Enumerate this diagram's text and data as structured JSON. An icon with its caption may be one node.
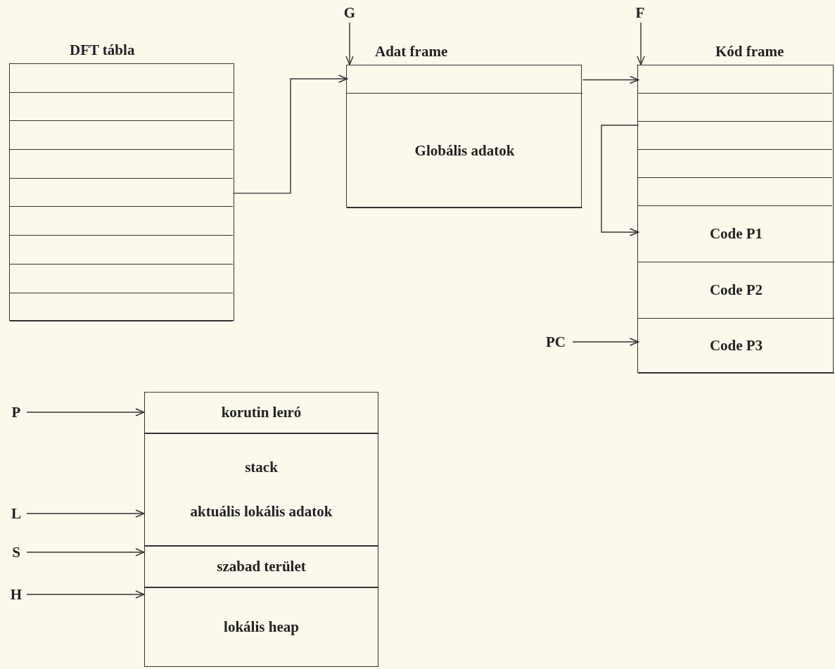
{
  "diagram": {
    "nodes": [
      {
        "text": [
          "DFT tábla"
        ]
      },
      {
        "text": [],
        "shape": "box",
        "in": 0
      },
      {
        "text": [],
        "shape": "box",
        "in": 0
      },
      {
        "text": [],
        "shape": "box",
        "in": 0
      },
      {
        "text": [],
        "shape": "box",
        "in": 0
      },
      {
        "text": [],
        "shape": "box",
        "in": 0
      },
      {
        "text": [],
        "shape": "box",
        "in": 0
      },
      {
        "text": [],
        "shape": "box",
        "in": 0
      },
      {
        "text": [],
        "shape": "box",
        "in": 0
      },
      {
        "text": [],
        "shape": "box",
        "in": 0
      },
      {
        "text": [
          "Adat frame"
        ]
      },
      {
        "text": [],
        "shape": "box",
        "in": 10
      },
      {
        "text": [
          "Globális adatok"
        ],
        "in": 10
      },
      {
        "text": [
          "Kód frame"
        ]
      },
      {
        "text": [],
        "shape": "box",
        "in": 13
      },
      {
        "text": [],
        "shape": "box",
        "in": 13
      },
      {
        "text": [],
        "shape": "box",
        "in": 13
      },
      {
        "text": [],
        "shape": "box",
        "in": 13
      },
      {
        "text": [],
        "shape": "box",
        "in": 13
      },
      {
        "text": [
          "Code P1"
        ],
        "in": 13
      },
      {
        "text": [
          "Code P2"
        ],
        "in": 13
      },
      {
        "text": [
          "Code P3"
        ],
        "in": 13
      },
      {
        "text": [
          "korutin leıró"
        ]
      },
      {
        "text": [
          "stack",
          "aktuális lokális adatok"
        ]
      },
      {
        "text": [
          "szabad terület"
        ]
      },
      {
        "text": [
          "lokális heap"
        ]
      },
      {
        "text": [
          "G"
        ]
      },
      {
        "text": [
          "F"
        ]
      },
      {
        "text": [
          "PC"
        ]
      },
      {
        "text": [
          "P"
        ]
      },
      {
        "text": [
          "L"
        ]
      },
      {
        "text": [
          "S"
        ]
      },
      {
        "text": [
          "H"
        ]
      }
    ],
    "edges": [
      {
        "from": 5,
        "to": 11,
        "arrow": "to"
      },
      {
        "from": 11,
        "to": 14,
        "arrow": "to"
      },
      {
        "from": 16,
        "to": 19,
        "arrow": "to"
      },
      {
        "from": 26,
        "to": 10,
        "arrow": "to"
      },
      {
        "from": 27,
        "to": 13,
        "arrow": "to"
      },
      {
        "from": 28,
        "to": 21,
        "arrow": "to"
      },
      {
        "from": 29,
        "to": 22,
        "arrow": "to"
      },
      {
        "from": 30,
        "to": 23,
        "arrow": "to"
      },
      {
        "from": 31,
        "to": 24,
        "arrow": "to"
      },
      {
        "from": 32,
        "to": 25,
        "arrow": "to"
      }
    ]
  }
}
